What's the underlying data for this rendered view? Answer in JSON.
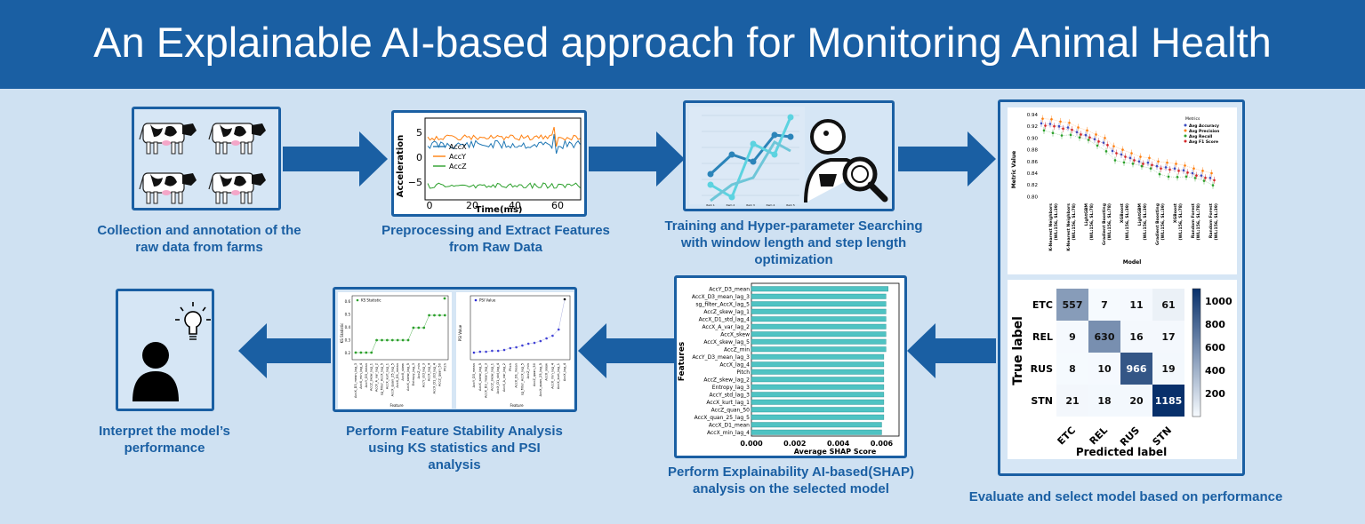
{
  "title": "An Explainable AI-based approach for Monitoring Animal Health",
  "steps": {
    "collection": "Collection and annotation of  the\nraw data from farms",
    "preprocessing": "Preprocessing and Extract Features\nfrom Raw Data",
    "training": "Training and Hyper-parameter Searching\nwith window length and step length\noptimization",
    "evaluate": "Evaluate and select model based on performance",
    "shap": "Perform Explainability AI-based(SHAP)\nanalysis on the selected model",
    "stability": "Perform Feature Stability Analysis\nusing KS statistics and PSI\nanalysis",
    "interpret": "Interpret the model’s\nperformance"
  },
  "accel_plot": {
    "ylabel": "Acceleration",
    "xlabel": "Time(ms)",
    "xticks": [
      "0",
      "20",
      "40",
      "60"
    ],
    "yticks": [
      "5",
      "0",
      "−5"
    ],
    "legend": [
      "AccX",
      "AccY",
      "AccZ"
    ],
    "colors": [
      "#1f77b4",
      "#ff7f0e",
      "#2ca02c"
    ]
  },
  "metric_plot": {
    "ylabel": "Metric Value",
    "xlabel": "Model",
    "yticks": [
      "0.94",
      "0.92",
      "0.90",
      "0.88",
      "0.86",
      "0.84",
      "0.82",
      "0.80"
    ],
    "legend_title": "Metrics",
    "legend": [
      "Avg Accuracy",
      "Avg Precision",
      "Avg Recall",
      "Avg F1 Score"
    ],
    "colors": [
      "#3b4cc0",
      "#ff7f0e",
      "#2ca02c",
      "#d62728"
    ],
    "models": [
      "K-Nearest Neighbors\n(WL:156, SL:39)",
      "K-Nearest Neighbors\n(WL:156, SL:78)",
      "LightGBM\n(WL:156, SL:78)",
      "Gradient Boosting\n(WL:156, SL:78)",
      "XGBoost\n(WL:156, SL:39)",
      "LightGBM\n(WL:156, SL:39)",
      "Gradient Boosting\n(WL:156, SL:39)",
      "XGBoost\n(WL:156, SL:78)",
      "Random Forest\n(WL:156, SL:78)",
      "Random Forest\n(WL:156, SL:39)"
    ]
  },
  "confusion": {
    "ylabel": "True label",
    "xlabel": "Predicted label",
    "labels": [
      "ETC",
      "REL",
      "RUS",
      "STN"
    ],
    "matrix": [
      [
        557,
        7,
        11,
        61
      ],
      [
        9,
        630,
        16,
        17
      ],
      [
        8,
        10,
        966,
        19
      ],
      [
        21,
        18,
        20,
        1185
      ]
    ],
    "colorbar": [
      "1000",
      "800",
      "600",
      "400",
      "200"
    ]
  },
  "shap_plot": {
    "ylabel": "Features",
    "xlabel": "Average SHAP Score",
    "xticks": [
      "0.000",
      "0.002",
      "0.004",
      "0.006"
    ],
    "features": [
      "AccY_D3_mean",
      "AccX_D3_mean_lag_3",
      "sg_filter_AccX_lag_5",
      "AccZ_skew_lag_1",
      "AccX_D1_std_lag_4",
      "AccX_A_var_lag_2",
      "AccX_skew",
      "AccX_skew_lag_5",
      "AccZ_min",
      "AccY_D3_mean_lag_3",
      "AccX_lag_4",
      "Pitch",
      "AccZ_skew_lag_2",
      "Entropy_lag_3",
      "AccY_std_lag_3",
      "AccX_kurt_lag_1",
      "AccZ_quan_50",
      "AccX_quan_25_lag_5",
      "AccX_D1_mean",
      "AccX_min_lag_4"
    ],
    "values": [
      0.0063,
      0.0062,
      0.0062,
      0.0062,
      0.0062,
      0.0062,
      0.0062,
      0.0062,
      0.0062,
      0.0061,
      0.0061,
      0.0061,
      0.0061,
      0.0061,
      0.0061,
      0.0061,
      0.0061,
      0.0061,
      0.006,
      0.006
    ],
    "xlim": [
      0,
      0.0068
    ]
  },
  "ks_plot": {
    "legend": "KS Statistic",
    "ylabel": "KS Statistic",
    "xlabel": "Feature",
    "yticks": [
      "0.6",
      "0.5",
      "0.4",
      "0.3",
      "0.2"
    ],
    "features": [
      "AccX_D3_mean_lag_3",
      "AccX_min_lag_4",
      "AccY_D3_mean",
      "AccZ_skew_lag_1",
      "AccX_A_var_lag_2",
      "sg_filter_AccX_lag_5",
      "AccX_kurt_lag_1",
      "AccX_quan_25_lag_5",
      "AccX_D1_mean",
      "AccX_skew",
      "AccX_skew_lag_5",
      "Entropy_lag_3",
      "AccZ_min",
      "AccY_std_lag_3",
      "AccX_lag_4",
      "AccX_D1_std_lag_4",
      "AccZ_quan_50",
      "Pitch"
    ]
  },
  "psi_plot": {
    "legend": "PSI Value",
    "ylabel": "PSI Value",
    "xlabel": "Feature",
    "features": [
      "AccY_D3_mean",
      "AccX_skew_lag_5",
      "AccX_D3_mean_lag_3",
      "AccZ_skew_lag_1",
      "AccX_D1_std_lag_4",
      "AccX_A_var_lag_2",
      "Pitch",
      "AccX_D1_mean",
      "sg_filter_AccX_lag_5",
      "AccZ_min",
      "AccZ_quan_50",
      "AccX_quan_25_lag_5",
      "AccX_skew",
      "AccX_min_lag_4",
      "AccX_kurt_lag_1",
      "AccX_lag_4"
    ]
  },
  "training_plot": {
    "xticks": [
      "Item 1",
      "Item 2",
      "Item 3",
      "Item 4",
      "Item 5"
    ]
  }
}
